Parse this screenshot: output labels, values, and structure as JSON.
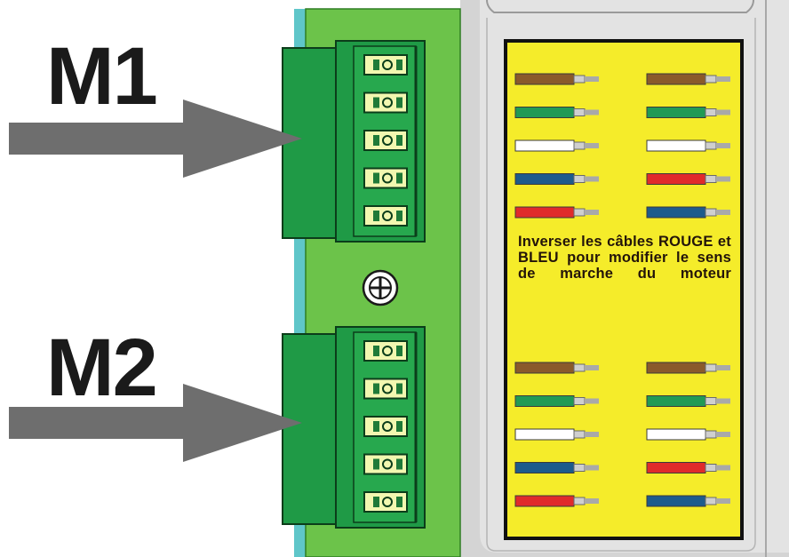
{
  "labels": {
    "motor1": "M1",
    "motor2": "M2"
  },
  "instruction": "Inverser les câbles ROUGE et BLEU pour modifier le sens de marche du moteur",
  "colors": {
    "board_green": "#6cc34a",
    "connector_green": "#1f9a46",
    "sticker_yellow": "#f5ec2a",
    "arrow_gray": "#6e6e6e",
    "wire_brown": "#8a5a2b",
    "wire_green": "#219a55",
    "wire_white": "#ffffff",
    "wire_blue": "#1e5b8c",
    "wire_red": "#e02b2b"
  },
  "wiring": {
    "group1": {
      "left": [
        "brown",
        "green",
        "white",
        "blue",
        "red"
      ],
      "right": [
        "brown",
        "green",
        "white",
        "red",
        "blue"
      ]
    },
    "group2": {
      "left": [
        "brown",
        "green",
        "white",
        "blue",
        "red"
      ],
      "right": [
        "brown",
        "green",
        "white",
        "red",
        "blue"
      ]
    }
  },
  "connectors": [
    {
      "name": "M1",
      "terminals": 5
    },
    {
      "name": "M2",
      "terminals": 5
    }
  ]
}
